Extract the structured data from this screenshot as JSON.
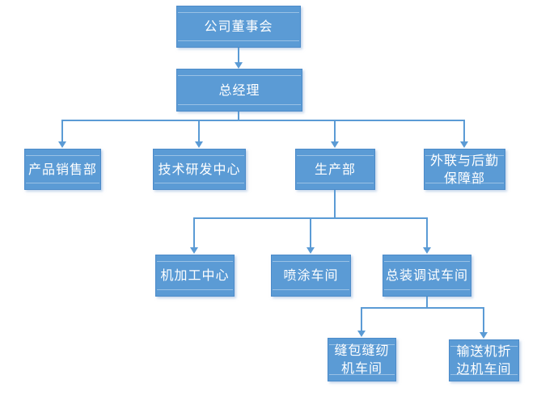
{
  "chart": {
    "type": "org-chart",
    "colors": {
      "node_fill": "#5b9bd5",
      "node_border": "#4c8bc9",
      "node_text": "#ffffff",
      "connector": "#5b9bd5",
      "background": "#ffffff"
    },
    "nodes": [
      {
        "id": "board",
        "label": "公司董事会",
        "parent": null
      },
      {
        "id": "general-manager",
        "label": "总经理",
        "parent": "board"
      },
      {
        "id": "product-sales",
        "label": "产品销售部",
        "parent": "general-manager"
      },
      {
        "id": "rd-center",
        "label": "技术研发中心",
        "parent": "general-manager"
      },
      {
        "id": "production",
        "label": "生产部",
        "parent": "general-manager"
      },
      {
        "id": "logistics",
        "label": "外联与后勤\n保障部",
        "parent": "general-manager"
      },
      {
        "id": "machining",
        "label": "机加工中心",
        "parent": "production"
      },
      {
        "id": "painting",
        "label": "喷涂车间",
        "parent": "production"
      },
      {
        "id": "assembly",
        "label": "总装调试车间",
        "parent": "production"
      },
      {
        "id": "sewing",
        "label": "缝包缝纫\n机车间",
        "parent": "assembly"
      },
      {
        "id": "conveyor",
        "label": "输送机折\n边机车间",
        "parent": "assembly"
      }
    ]
  }
}
